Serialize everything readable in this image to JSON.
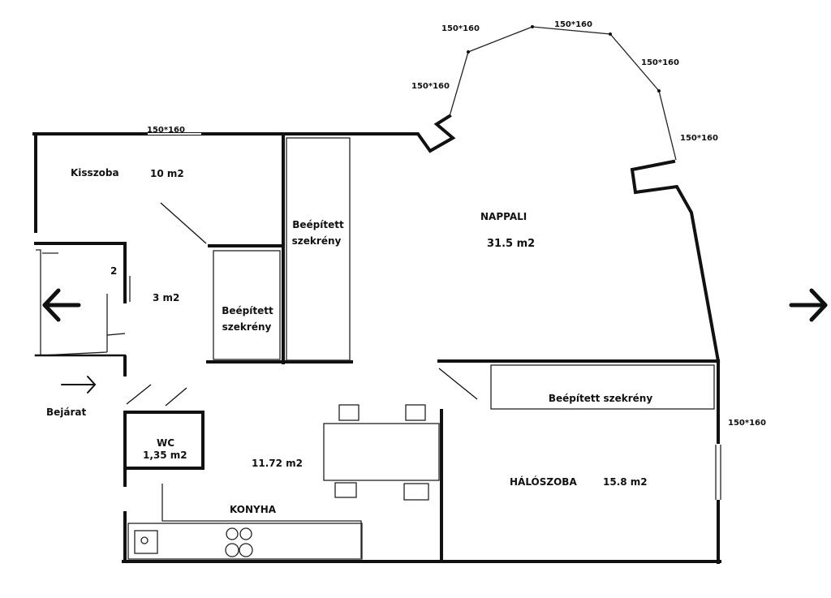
{
  "rooms": {
    "kisszoba": {
      "name": "Kisszoba",
      "area": "10 m2"
    },
    "small_room": {
      "name": "2",
      "area": "3 m2"
    },
    "wardrobe_1": {
      "line1": "Beépített",
      "line2": "szekrény"
    },
    "wardrobe_2": {
      "line1": "Beépített",
      "line2": "szekrény"
    },
    "nappali": {
      "name": "NAPPALI",
      "area": "31.5 m2"
    },
    "wardrobe_bedroom": {
      "label": "Beépített szekrény"
    },
    "wc": {
      "name": "WC",
      "area": "1,35 m2"
    },
    "konyha": {
      "name": "KONYHA",
      "area": "11.72 m2"
    },
    "haloszoba": {
      "name": "HÁLÓSZOBA",
      "area": "15.8 m2"
    }
  },
  "entrance": {
    "label": "Bejárat"
  },
  "windows": {
    "w1": "150*160",
    "w2": "150*160",
    "w3": "150*160",
    "w4": "150*160",
    "w5": "150*160",
    "w6": "150*160",
    "w7": "150*160"
  },
  "icons": {
    "left_arrow": "arrow-left-icon",
    "right_arrow": "arrow-right-icon",
    "entrance_arrow": "arrow-right-icon"
  }
}
